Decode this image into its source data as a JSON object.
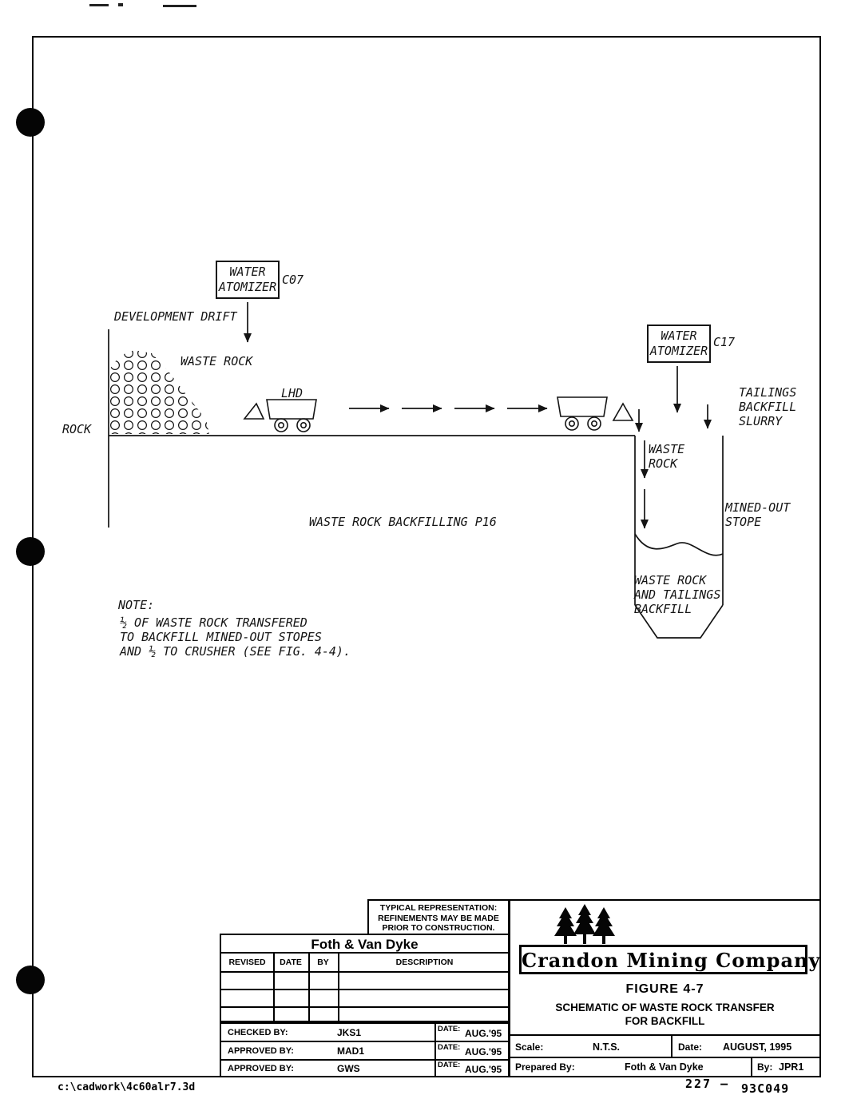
{
  "page": {
    "footer_path": "c:\\cadwork\\4c60alr7.3d",
    "doc_number_left": "227 –",
    "doc_number_right": "93C049"
  },
  "schematic": {
    "atomizer1_label": "WATER\nATOMIZER",
    "atomizer1_tag": "C07",
    "atomizer2_label": "WATER\nATOMIZER",
    "atomizer2_tag": "C17",
    "development_drift": "DEVELOPMENT DRIFT",
    "waste_rock_pile": "WASTE ROCK",
    "rock": "ROCK",
    "lhd": "LHD",
    "tailings": "TAILINGS\nBACKFILL\nSLURRY",
    "shaft_waste_rock": "WASTE\nROCK",
    "mined_out_stope": "MINED-OUT\nSTOPE",
    "backfilling": "WASTE ROCK BACKFILLING P16",
    "backfill": "WASTE ROCK\nAND TAILINGS\nBACKFILL",
    "note_title": "NOTE:",
    "note_body": "½ OF WASTE ROCK TRANSFERED\nTO BACKFILL MINED-OUT STOPES\nAND ½ TO CRUSHER (SEE FIG. 4-4)."
  },
  "title_block": {
    "disclaimer": "TYPICAL REPRESENTATION:\nREFINEMENTS MAY BE MADE\nPRIOR TO CONSTRUCTION.",
    "firm_name": "Foth & Van Dyke",
    "col_revised": "REVISED",
    "col_date": "DATE",
    "col_by": "BY",
    "col_description": "DESCRIPTION",
    "checked_label": "CHECKED BY:",
    "checked_value": "JKS1",
    "approved_label": "APPROVED BY:",
    "approved1_value": "MAD1",
    "approved2_value": "GWS",
    "date_label": "DATE:",
    "date_value": "AUG.'95",
    "company": "Crandon Mining Company",
    "figure_title": "FIGURE 4-7",
    "figure_subtitle": "SCHEMATIC OF WASTE ROCK TRANSFER\nFOR BACKFILL",
    "scale_label": "Scale:",
    "scale_value": "N.T.S.",
    "date2_label": "Date:",
    "date2_value": "AUGUST, 1995",
    "prepared_label": "Prepared By:",
    "prepared_value": "Foth & Van Dyke",
    "by_label": "By:",
    "by_value": "JPR1"
  }
}
